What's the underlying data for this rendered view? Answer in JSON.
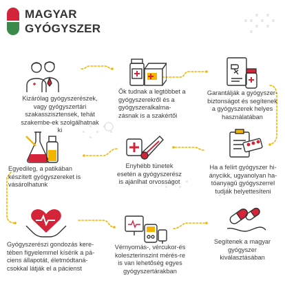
{
  "brand": {
    "line1": "MAGYAR",
    "line2": "GYÓGYSZER",
    "colors": {
      "red": "#d3243a",
      "green": "#3b8a4b",
      "accent": "#f5b400"
    }
  },
  "steps": [
    {
      "icon": "pharmacists-icon",
      "text": "Kizárólag gyógyszerészek, vagy gyógyszertári szakasszisztensek, tehát szakembe-ek szolgálhatnak ki"
    },
    {
      "icon": "medicine-box-icon",
      "text": "Ők tudnak a legtöbbet a gyógyszerekről és a gyógyszeralkalma-zásnak is a szakértői"
    },
    {
      "icon": "prescription-icon",
      "text": "Garantálják a gyógyszer-biztonságot és segítenek a gyógyszerek helyes használatában"
    },
    {
      "icon": "lab-flasks-icon",
      "text": "Egyedileg, a patikában készített gyógyszereket is vásárolhatunk"
    },
    {
      "icon": "thermometer-pills-icon",
      "text": "Enyhébb tünetek esetén a gyógyszerész is ajánlhat orvosságot"
    },
    {
      "icon": "clipboard-pills-icon",
      "text": "Ha a felírt gyógyszer hi-ánycikk, ugyanolyan ha-tóanyagú gyógyszerrel tudják helyettesíteni"
    },
    {
      "icon": "heart-hands-icon",
      "text": "Gyógyszerészi gondozás kere-tében figyelemmel kísérik a pá-ciens állapotát, életmódtaná-csokkal látják el a pácienst"
    },
    {
      "icon": "medical-devices-icon",
      "text": "Vérnyomás-, vércukor-és koleszterinszint mérés-re is van lehetőség egyes gyógyszertárakban"
    },
    {
      "icon": "capsules-hand-icon",
      "text": "Segítenek a magyar gyógyszer kiválasztásában"
    }
  ]
}
